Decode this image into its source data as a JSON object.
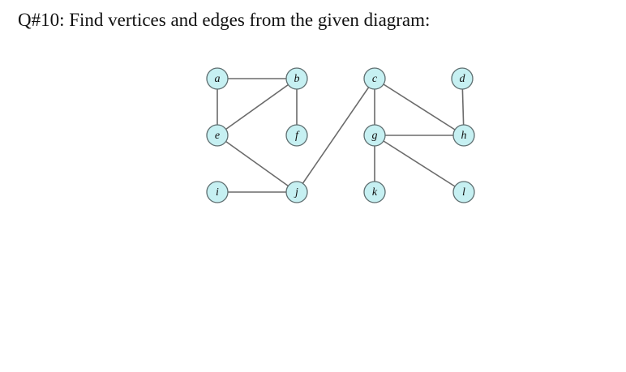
{
  "question": {
    "text": "Q#10: Find vertices and edges from the given diagram:"
  },
  "graph": {
    "node_fill": "#c6f0f2",
    "node_stroke": "#5e6e70",
    "edge_color": "#6b6b6b",
    "vertices": [
      "a",
      "b",
      "c",
      "d",
      "e",
      "f",
      "g",
      "h",
      "i",
      "j",
      "k",
      "l"
    ],
    "edges": [
      [
        "a",
        "b"
      ],
      [
        "a",
        "e"
      ],
      [
        "b",
        "e"
      ],
      [
        "b",
        "f"
      ],
      [
        "e",
        "j"
      ],
      [
        "i",
        "j"
      ],
      [
        "j",
        "c"
      ],
      [
        "c",
        "g"
      ],
      [
        "c",
        "h"
      ],
      [
        "d",
        "h"
      ],
      [
        "g",
        "h"
      ],
      [
        "g",
        "l"
      ],
      [
        "g",
        "k"
      ]
    ]
  }
}
